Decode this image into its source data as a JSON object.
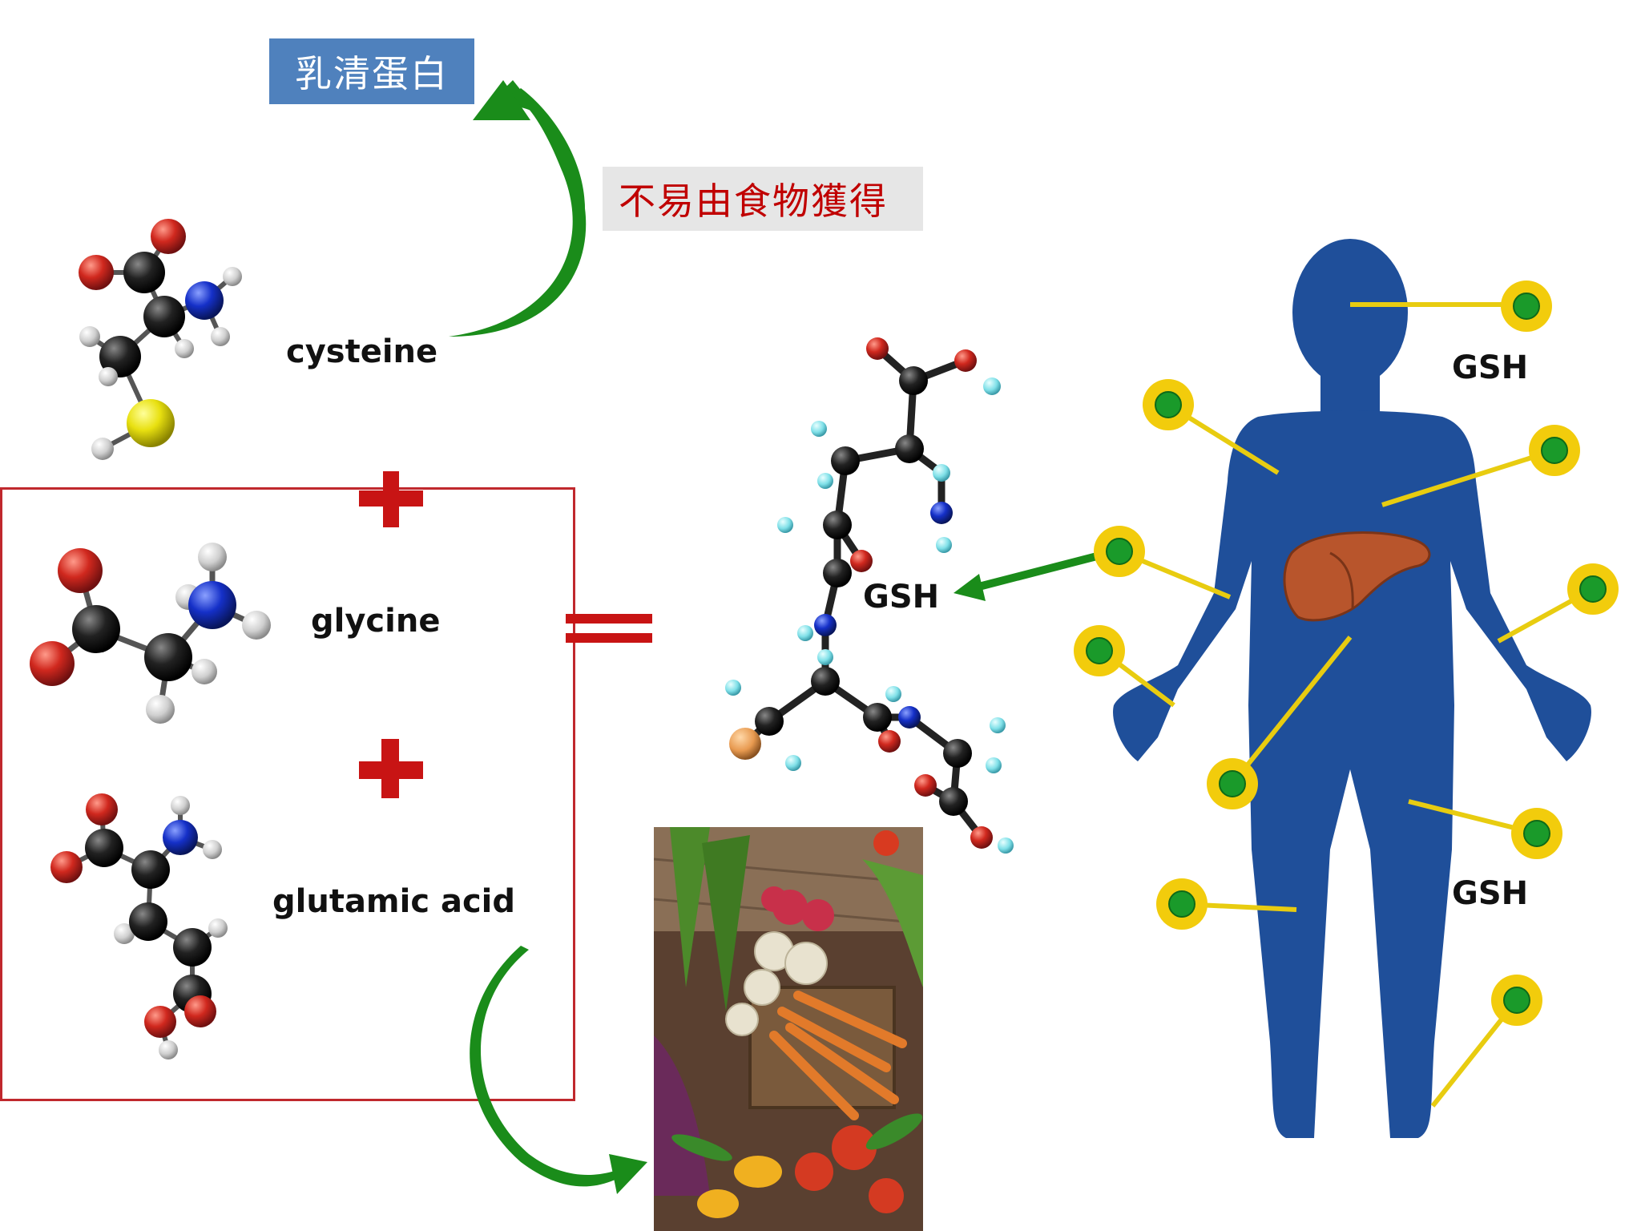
{
  "labels": {
    "whey_protein": "乳清蛋白",
    "hard_to_get": "不易由食物獲得",
    "cysteine": "cysteine",
    "glycine": "glycine",
    "glutamic_acid": "glutamic acid",
    "gsh_molecule": "GSH",
    "gsh_body_upper": "GSH",
    "gsh_body_lower": "GSH"
  },
  "colors": {
    "title_box": "#4f81bd",
    "note_text": "#c00000",
    "frame": "#c0282d",
    "plus_sign": "#c81414",
    "arrow": "#1a8c1a",
    "body": "#1f4f9a",
    "marker_ring": "#f2cc0c",
    "marker_core": "#1a9a2a",
    "liver": "#b8552c"
  },
  "icons": {
    "cysteine_model": "ball-and-stick-molecule",
    "glycine_model": "ball-and-stick-molecule",
    "glutamic_model": "ball-and-stick-molecule",
    "gsh_model": "ball-and-stick-molecule",
    "body": "human-silhouette",
    "liver": "liver-icon",
    "food": "vegetables-photo"
  }
}
